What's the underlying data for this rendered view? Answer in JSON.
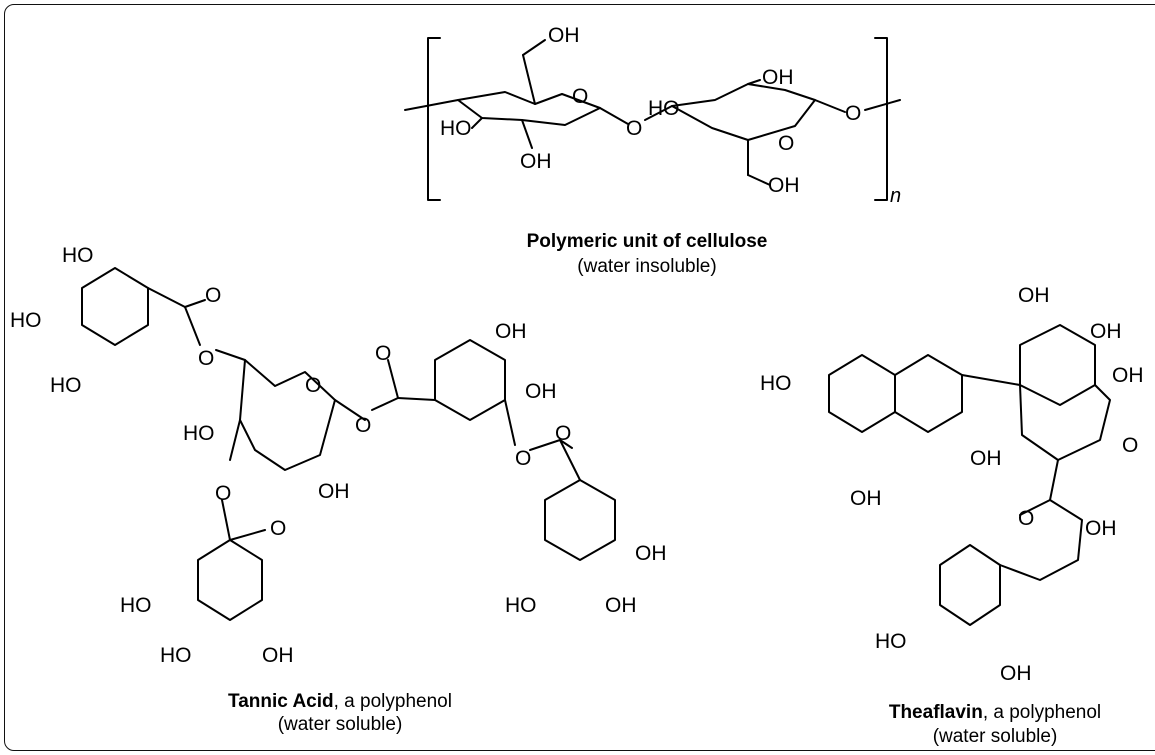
{
  "cellulose": {
    "caption_name": "Polymeric unit of cellulose",
    "caption_note": "(water insoluble)",
    "repeat_subscript": "n",
    "labels": {
      "oh": "OH",
      "ho": "HO",
      "o": "O"
    }
  },
  "tannic_acid": {
    "caption_name": "Tannic Acid",
    "caption_rest": ", a polyphenol",
    "caption_note": "(water soluble)",
    "labels": {
      "oh": "OH",
      "ho": "HO",
      "o": "O"
    }
  },
  "theaflavin": {
    "caption_name": "Theaflavin",
    "caption_rest": ", a polyphenol",
    "caption_note": "(water soluble)",
    "labels": {
      "oh": "OH",
      "ho": "HO",
      "o": "O"
    }
  }
}
